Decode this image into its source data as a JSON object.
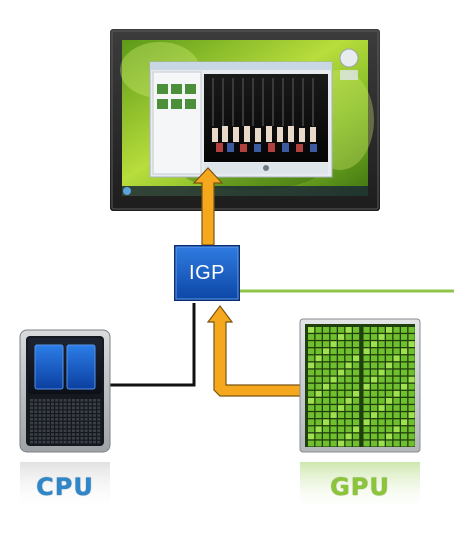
{
  "nodes": {
    "igp_label": "IGP",
    "cpu_label": "CPU",
    "gpu_label": "GPU"
  },
  "colors": {
    "igp_blue": "#1a5fc0",
    "arrow_orange": "#f5a81e",
    "green_line": "#8ec44a",
    "cpu_blue": "#2f86c8",
    "gpu_green": "#8cc43a"
  },
  "icons": {
    "monitor": "monitor-icon",
    "cpu": "cpu-chip-icon",
    "gpu": "gpu-chip-icon"
  }
}
